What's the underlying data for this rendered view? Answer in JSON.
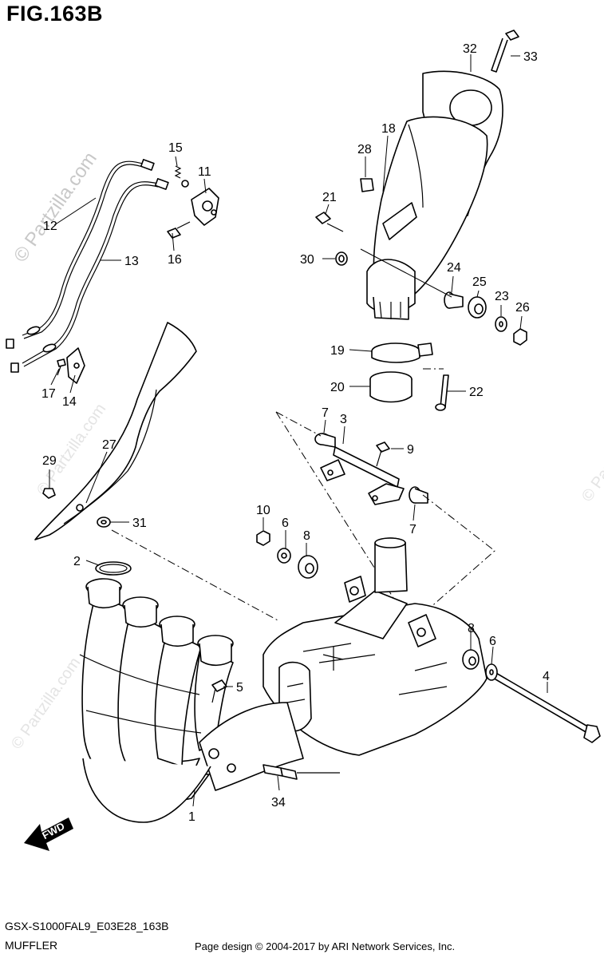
{
  "figure_title": "FIG.163B",
  "model_code": "GSX-S1000FAL9_E03E28_163B",
  "section_name": "MUFFLER",
  "copyright": "Page design © 2004-2017 by ARI Network Services, Inc.",
  "fwd_label": "FWD",
  "watermarks": {
    "main": "© Partzilla.com",
    "faint": "© Partzilla.com"
  },
  "callouts": [
    "1",
    "2",
    "3",
    "4",
    "5",
    "6",
    "7",
    "8",
    "9",
    "10",
    "11",
    "12",
    "13",
    "14",
    "15",
    "16",
    "17",
    "18",
    "19",
    "20",
    "21",
    "22",
    "23",
    "24",
    "25",
    "26",
    "27",
    "28",
    "29",
    "30",
    "31",
    "32",
    "33",
    "34"
  ],
  "callout_dupes": {
    "c6b": "6",
    "c7b": "7",
    "c8b": "8"
  }
}
